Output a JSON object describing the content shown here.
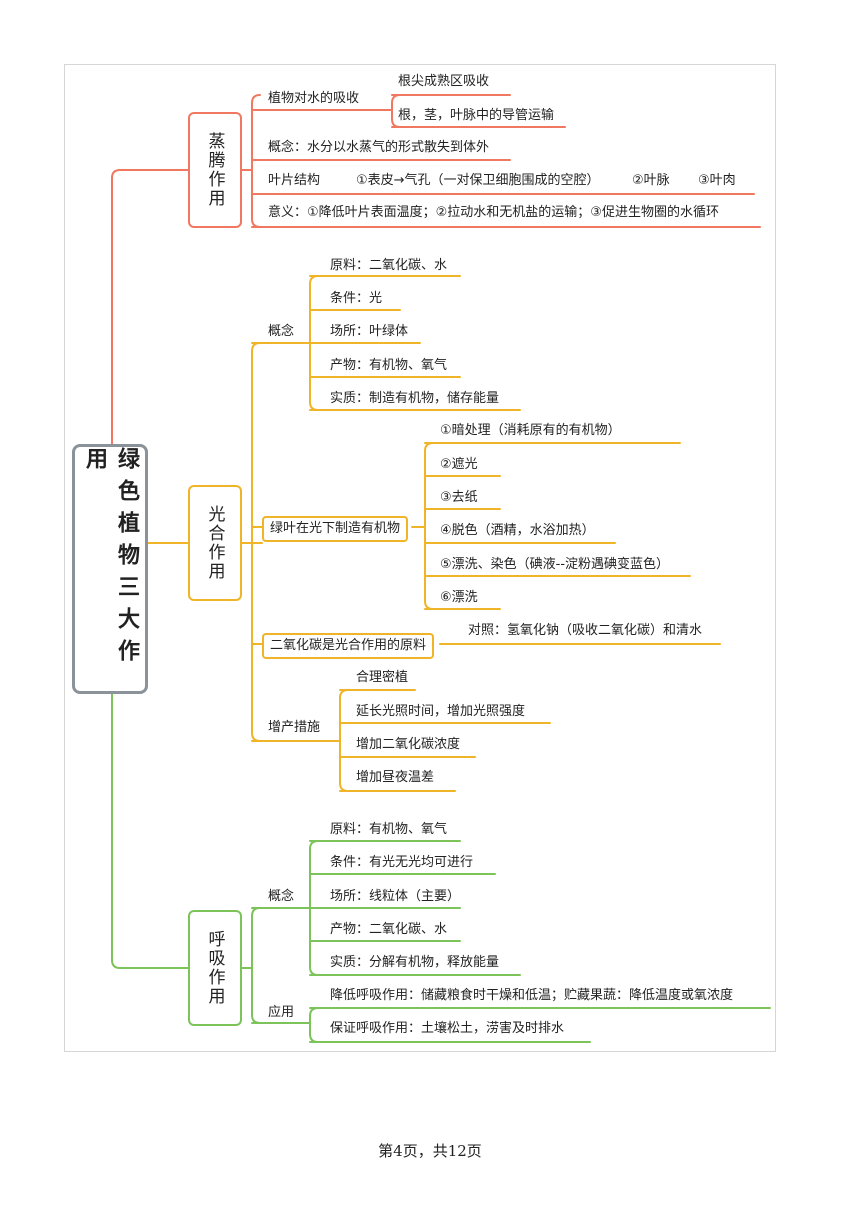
{
  "colors": {
    "red": "#f07860",
    "yellow": "#f0b429",
    "green": "#7cc35a",
    "grey": "#8a9399"
  },
  "root": "绿色植物三大作用",
  "transpiration": {
    "title": "蒸腾作用",
    "absorb": {
      "label": "植物对水的吸收",
      "items": [
        "根尖成熟区吸收",
        "根，茎，叶脉中的导管运输"
      ]
    },
    "concept": "概念：水分以水蒸气的形式散失到体外",
    "leaf": {
      "label": "叶片结构",
      "parts": [
        "①表皮→气孔（一对保卫细胞围成的空腔）",
        "②叶脉",
        "③叶肉"
      ]
    },
    "meaning": "意义：①降低叶片表面温度；②拉动水和无机盐的运输；③促进生物圈的水循环"
  },
  "photosynthesis": {
    "title": "光合作用",
    "concept": {
      "label": "概念",
      "items": [
        "原料：二氧化碳、水",
        "条件：光",
        "场所：叶绿体",
        "产物：有机物、氧气",
        "实质：制造有机物，储存能量"
      ]
    },
    "experiment": {
      "label": "绿叶在光下制造有机物",
      "steps": [
        "①暗处理（消耗原有的有机物）",
        "②遮光",
        "③去纸",
        "④脱色（酒精，水浴加热）",
        "⑤漂洗、染色（碘液--淀粉遇碘变蓝色）",
        "⑥漂洗"
      ]
    },
    "co2": {
      "label": "二氧化碳是光合作用的原料",
      "control": "对照：氢氧化钠（吸收二氧化碳）和清水"
    },
    "yield": {
      "label": "增产措施",
      "items": [
        "合理密植",
        "延长光照时间，增加光照强度",
        "增加二氧化碳浓度",
        "增加昼夜温差"
      ]
    }
  },
  "respiration": {
    "title": "呼吸作用",
    "concept": {
      "label": "概念",
      "items": [
        "原料：有机物、氧气",
        "条件：有光无光均可进行",
        "场所：线粒体（主要）",
        "产物：二氧化碳、水",
        "实质：分解有机物，释放能量"
      ]
    },
    "application": {
      "label": "应用",
      "items": [
        "降低呼吸作用：储藏粮食时干燥和低温；贮藏果蔬：降低温度或氧浓度",
        "保证呼吸作用：土壤松土，涝害及时排水"
      ]
    }
  },
  "footer": "第4页，共12页"
}
